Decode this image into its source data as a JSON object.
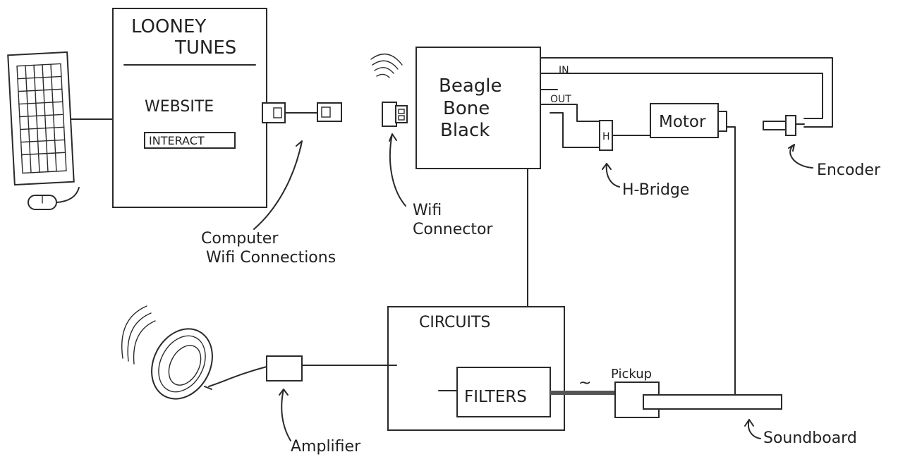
{
  "website": {
    "title_line1": "LOONEY",
    "title_line2": "TUNES",
    "website_label": "WEBSITE",
    "button_label": "INTERACT"
  },
  "beaglebone": {
    "line1": "Beagle",
    "line2": "Bone",
    "line3": "Black",
    "pin_in": "IN",
    "pin_out": "OUT"
  },
  "components": {
    "motor": "Motor",
    "hbridge_mark": "H",
    "circuits": "CIRCUITS",
    "filters": "FILTERS",
    "pickup": "Pickup",
    "tilde": "~"
  },
  "callouts": {
    "computer_wifi_1": "Computer",
    "computer_wifi_2": "Wifi Connections",
    "wifi_connector_1": "Wifi",
    "wifi_connector_2": "Connector",
    "hbridge": "H-Bridge",
    "encoder": "Encoder",
    "amplifier": "Amplifier",
    "soundboard": "Soundboard"
  },
  "colors": {
    "ink": "#2a2a2a",
    "paper": "#ffffff",
    "pickup_cable": "#555555"
  }
}
